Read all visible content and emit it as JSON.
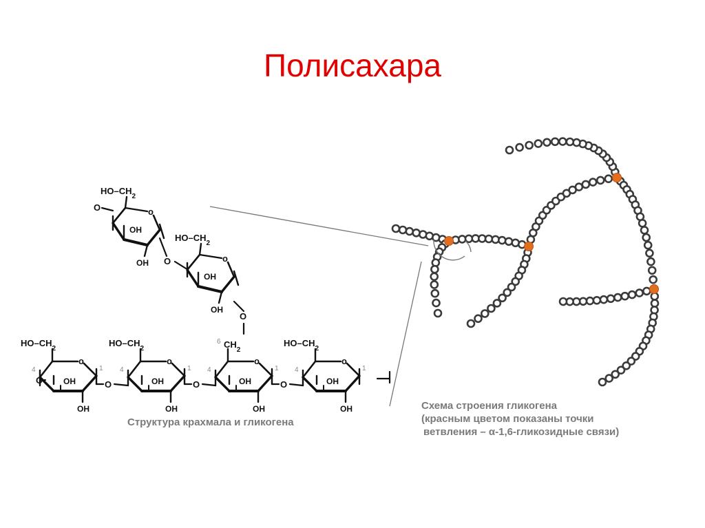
{
  "slide": {
    "title": "Полисахара"
  },
  "structure": {
    "caption": "Структура крахмала и гликогена",
    "labels": {
      "ho_ch2": "HO–CH",
      "ch2": "CH",
      "sub2": "2",
      "oh": "OH",
      "ring_o": "o",
      "link_o": "O",
      "pos1": "1",
      "pos4": "4",
      "pos6": "6"
    }
  },
  "glycogen": {
    "caption_line1": "Схема строения  гликогена",
    "caption_line2": "(красным цветом показаны точки",
    "caption_line3": " ветвления – α-1,6-гликозидные связи)",
    "bead_color": "#3a3a3a",
    "branch_color": "#e07020"
  }
}
